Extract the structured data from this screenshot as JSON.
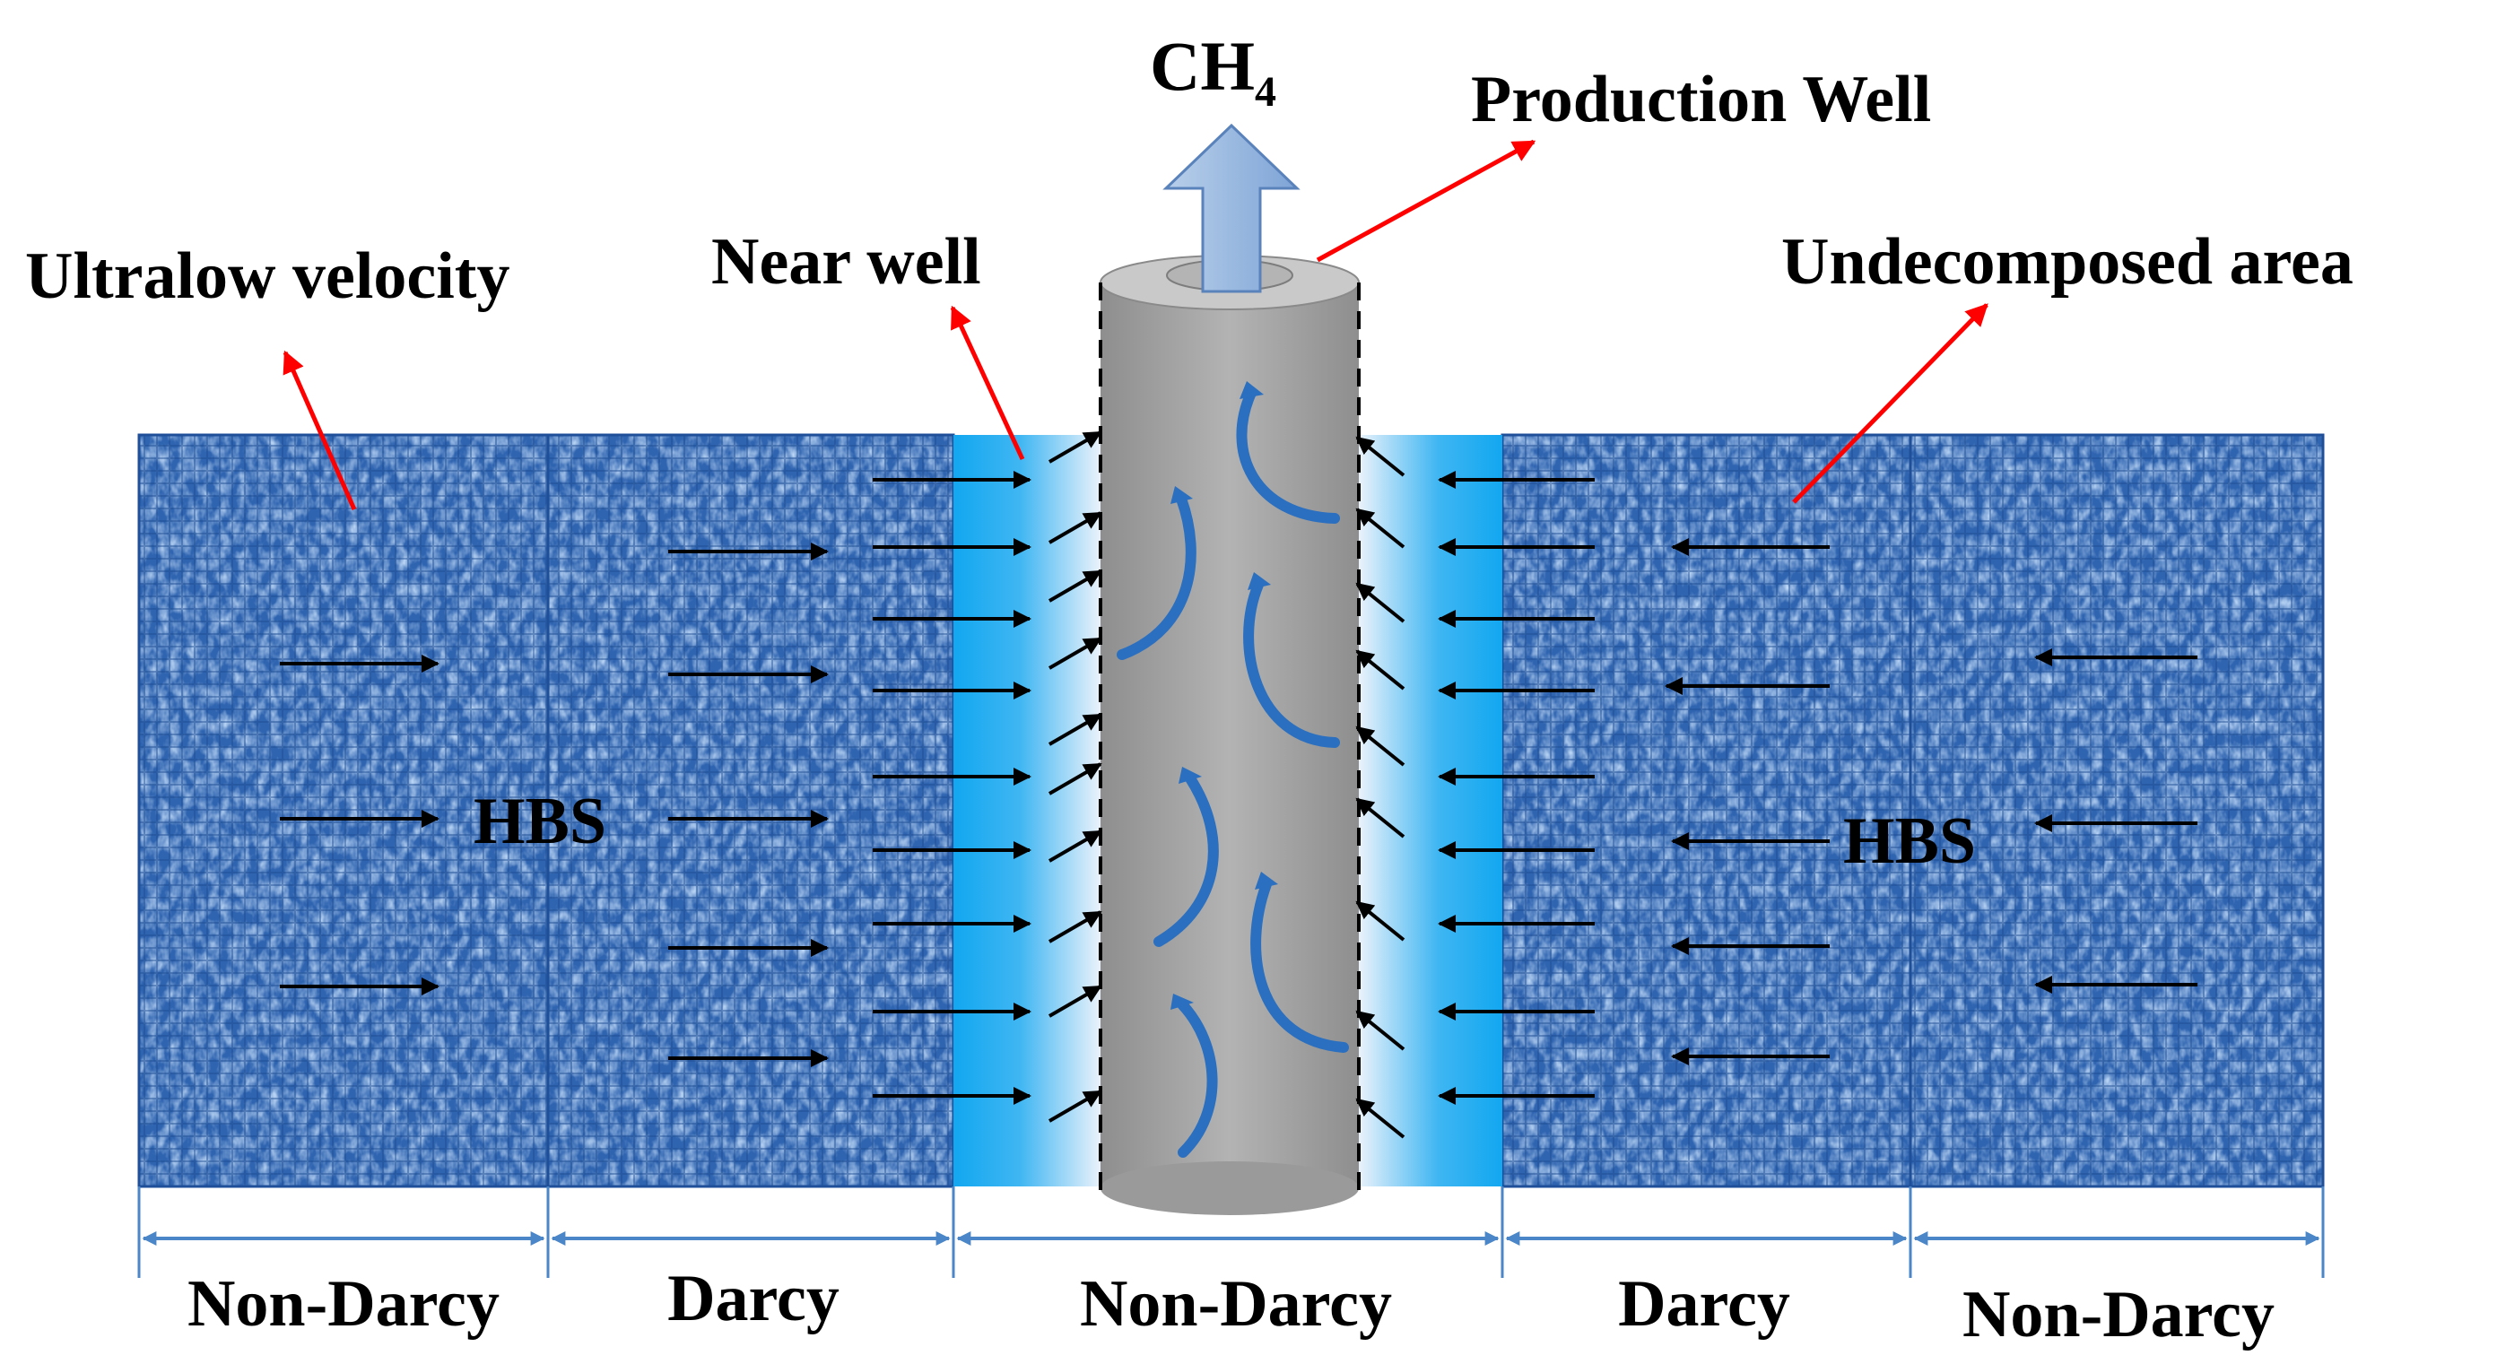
{
  "labels": {
    "ch4": "CH",
    "ch4_sub": "4",
    "production_well": "Production Well",
    "ultralow_velocity": "Ultralow velocity",
    "near_well": "Near well",
    "undecomposed_area": "Undecomposed area",
    "hbs_left": "HBS",
    "hbs_right": "HBS"
  },
  "zones": [
    {
      "label": "Non-Darcy"
    },
    {
      "label": "Darcy"
    },
    {
      "label": "Non-Darcy"
    },
    {
      "label": "Darcy"
    },
    {
      "label": "Non-Darcy"
    }
  ],
  "colors": {
    "rock": "#2f64b0",
    "rock_dark": "#1c4a8f",
    "rock_light": "#8fb4e8",
    "near_well_band": "#1ba9ec",
    "well_gray": "#a7a7a7",
    "annotation_arrow": "#ff0000",
    "flow_arrow": "#000000",
    "dimension_line": "#4a86c8",
    "swirl_arrow": "#2a6fc0",
    "ch4_arrow": "#9bb9de"
  },
  "icons": {
    "ch4_arrow": "up-arrow-icon",
    "swirl_arrow": "curved-arrow-icon"
  }
}
